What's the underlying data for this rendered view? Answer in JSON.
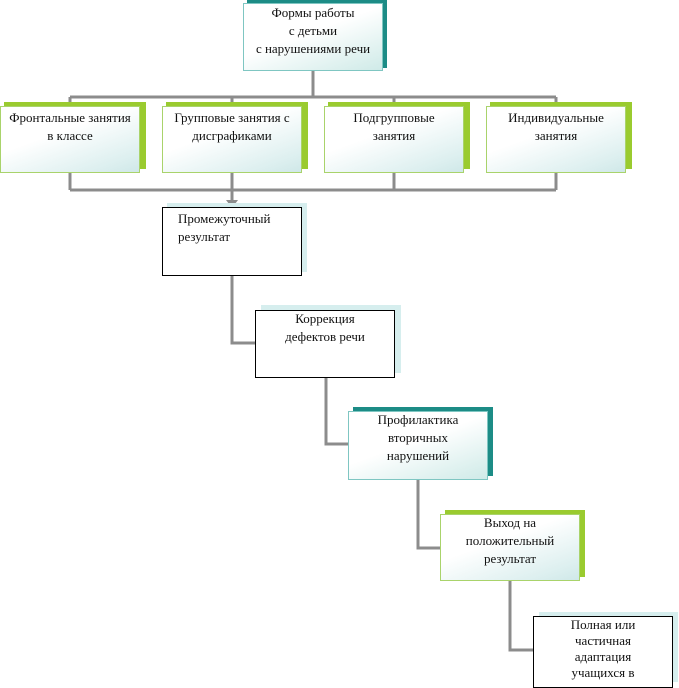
{
  "root": "Формы работы\nс детьми\nс нарушениями речи",
  "forms": [
    "Фронтальные занятия\nв классе",
    "Групповые занятия с\nдисграфиками",
    "Подгрупповые\nзанятия",
    "Индивидуальные\nзанятия"
  ],
  "steps": [
    "Промежуточный\nрезультат",
    "Коррекция\nдефектов речи",
    "Профилактика\nвторичных\nнарушений",
    "Выход на\nположительный\nрезультат",
    "Полная или\nчастичная\nадаптация\nучащихся в"
  ],
  "colors": {
    "connector": "#8c8c8c",
    "teal_shadow": "#1c8c86",
    "green_shadow": "#9acb2f"
  }
}
